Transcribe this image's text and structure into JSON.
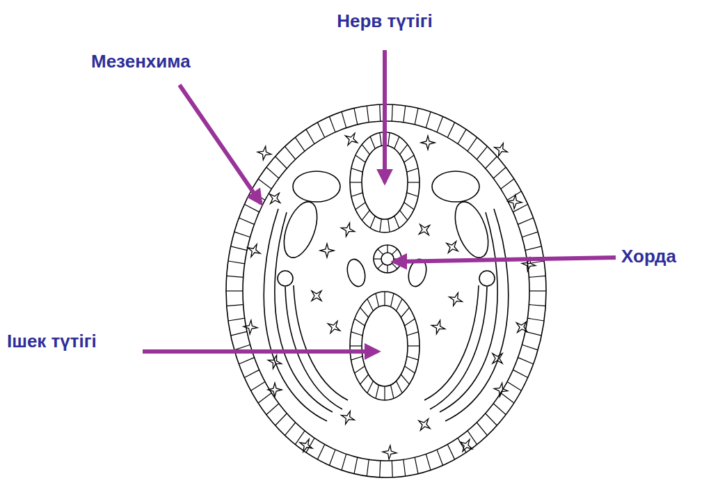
{
  "diagram": {
    "labels": [
      "Нерв түтігі",
      "Мезенхима",
      "Хорда",
      "Ішек түтігі"
    ]
  }
}
